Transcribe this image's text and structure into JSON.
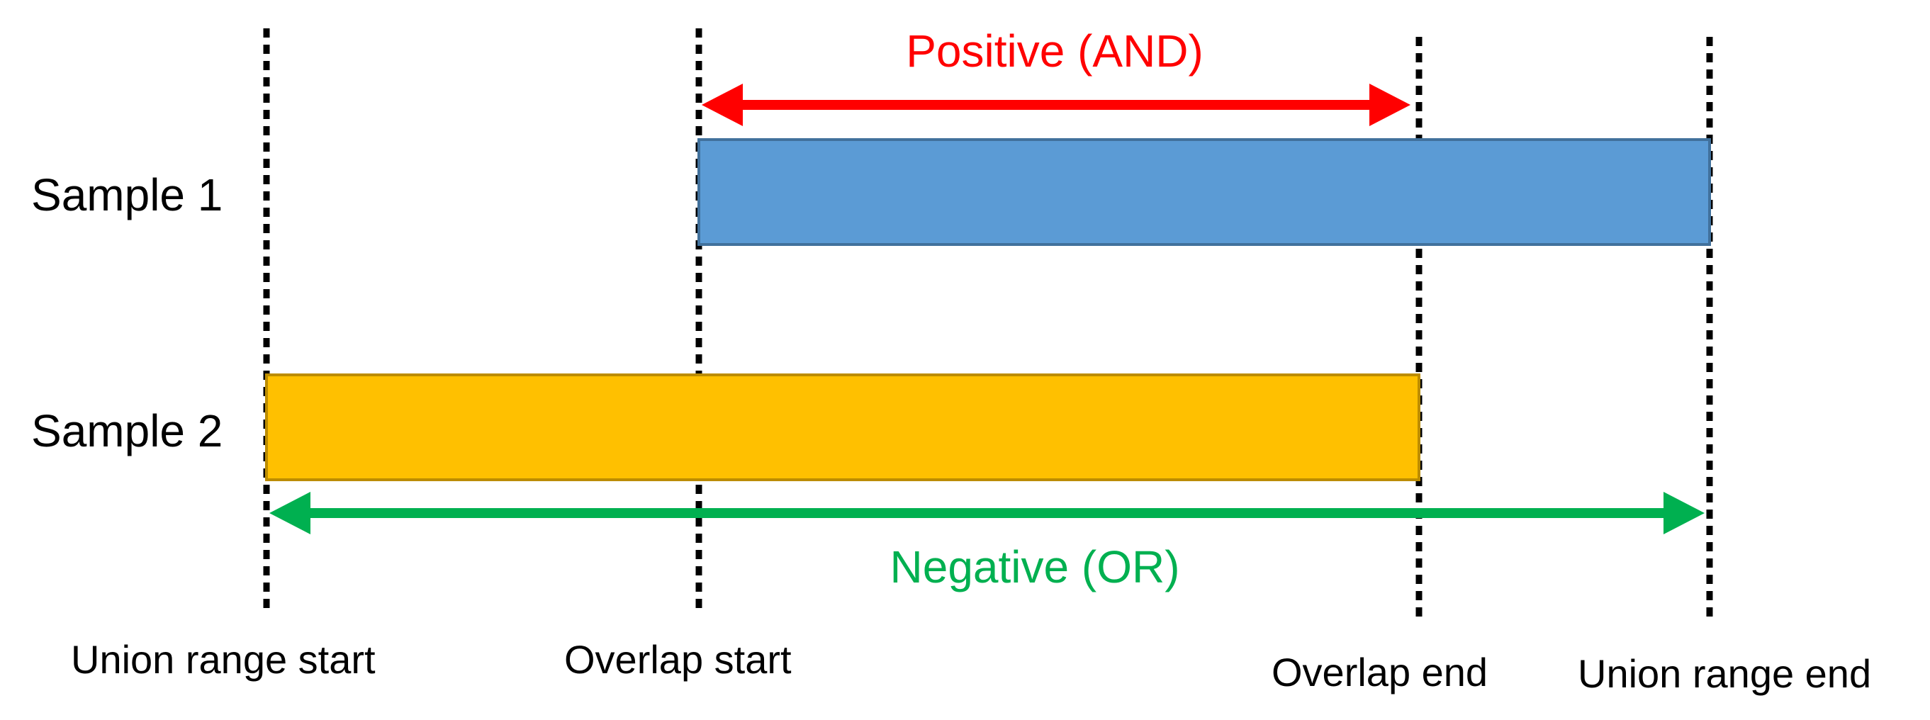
{
  "diagram": {
    "rows": {
      "sample1": "Sample 1",
      "sample2": "Sample 2"
    },
    "ranges": {
      "positive": "Positive (AND)",
      "negative": "Negative (OR)"
    },
    "markers": {
      "union_start": "Union range start",
      "overlap_start": "Overlap start",
      "overlap_end": "Overlap end",
      "union_end": "Union range end"
    }
  },
  "colors": {
    "sample1_fill": "#5b9bd5",
    "sample1_stroke": "#41719c",
    "sample2_fill": "#ffc000",
    "sample2_stroke": "#bc8c00",
    "positive": "#ff0000",
    "negative": "#00b050",
    "marker_line": "#000000",
    "text": "#000000"
  }
}
